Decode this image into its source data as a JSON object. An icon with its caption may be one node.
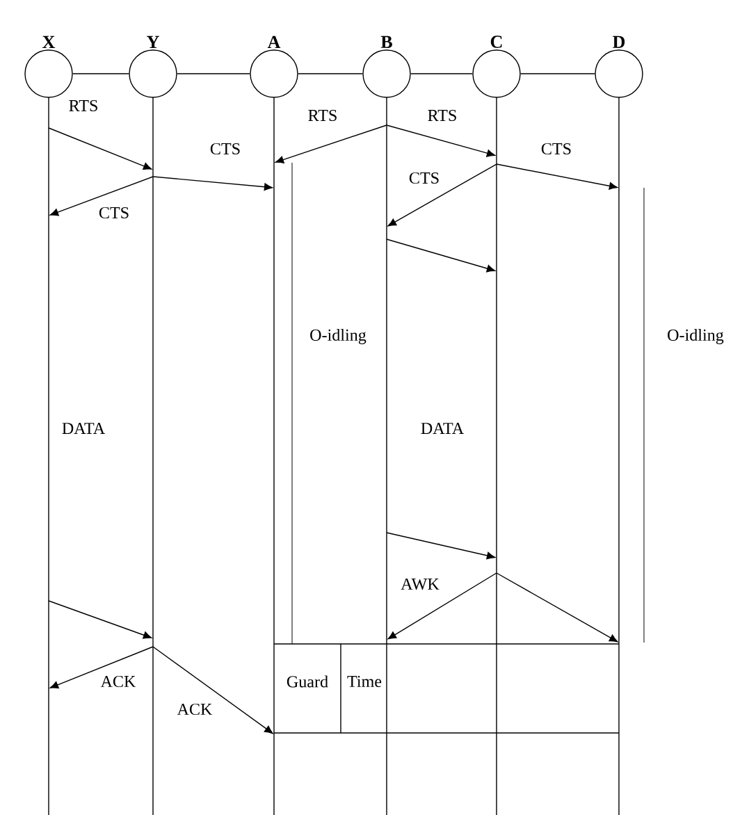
{
  "diagram": {
    "nodes": [
      {
        "text": [
          "X"
        ]
      },
      {
        "text": [
          "Y"
        ]
      },
      {
        "text": [
          "A"
        ]
      },
      {
        "text": [
          "B"
        ]
      },
      {
        "text": [
          "C"
        ]
      },
      {
        "text": [
          "D"
        ]
      },
      {
        "text": [],
        "shape": "line"
      },
      {
        "text": [],
        "shape": "line"
      },
      {
        "text": [],
        "shape": "line"
      },
      {
        "text": [],
        "shape": "line"
      },
      {
        "text": [],
        "shape": "line"
      },
      {
        "text": [],
        "shape": "line"
      }
    ],
    "edges": [
      {
        "from": 0,
        "to": 1,
        "arrow": "none"
      },
      {
        "from": 1,
        "to": 2,
        "arrow": "none"
      },
      {
        "from": 2,
        "to": 3,
        "arrow": "none"
      },
      {
        "from": 3,
        "to": 4,
        "arrow": "none"
      },
      {
        "from": 4,
        "to": 5,
        "arrow": "none"
      },
      {
        "from": 6,
        "to": 7,
        "arrow": "to",
        "label": "RTS"
      },
      {
        "from": 7,
        "to": 8,
        "arrow": "to",
        "label": "CTS"
      },
      {
        "from": 7,
        "to": 6,
        "arrow": "to",
        "label": "CTS"
      },
      {
        "from": 9,
        "to": 8,
        "arrow": "to",
        "label": "RTS"
      },
      {
        "from": 9,
        "to": 10,
        "arrow": "to",
        "label": "RTS"
      },
      {
        "from": 10,
        "to": 11,
        "arrow": "to",
        "label": "CTS"
      },
      {
        "from": 10,
        "to": 9,
        "arrow": "to",
        "label": "CTS"
      },
      {
        "from": 9,
        "to": 10,
        "arrow": "to"
      },
      {
        "from": 9,
        "to": 10,
        "arrow": "to"
      },
      {
        "from": 10,
        "to": 9,
        "arrow": "to",
        "label": "AWK"
      },
      {
        "from": 10,
        "to": 11,
        "arrow": "to"
      },
      {
        "from": 6,
        "to": 7,
        "arrow": "to"
      },
      {
        "from": 7,
        "to": 6,
        "arrow": "to",
        "label": "ACK"
      },
      {
        "from": 7,
        "to": 8,
        "arrow": "to",
        "label": "ACK"
      }
    ],
    "labels": [
      "O-idling",
      "O-idling",
      "DATA",
      "DATA",
      "Guard",
      "Time"
    ]
  }
}
